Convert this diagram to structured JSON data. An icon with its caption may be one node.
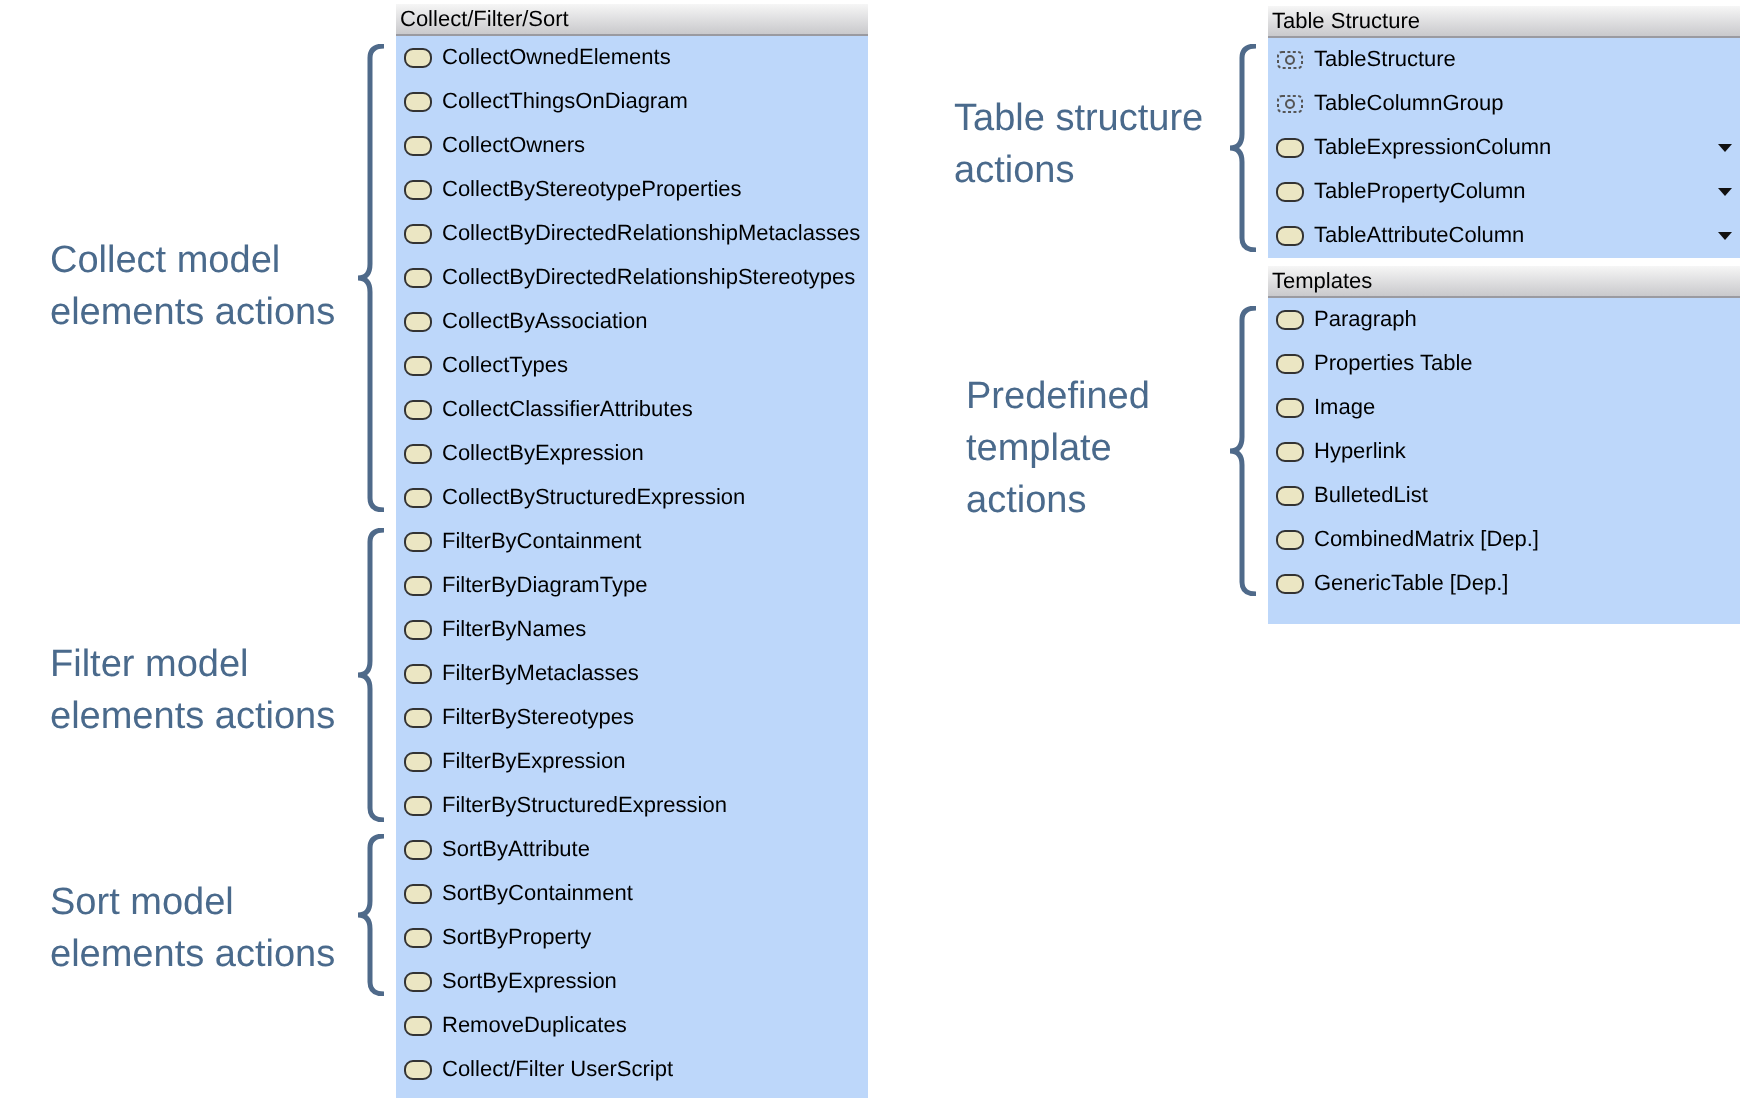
{
  "diagram": {
    "nodes": [
      {
        "text": [
          "Collect/Filter/Sort"
        ]
      },
      {
        "text": [
          "CollectOwnedElements"
        ],
        "in": 0
      },
      {
        "text": [
          "CollectThingsOnDiagram"
        ],
        "in": 0
      },
      {
        "text": [
          "CollectOwners"
        ],
        "in": 0
      },
      {
        "text": [
          "CollectByStereotypeProperties"
        ],
        "in": 0
      },
      {
        "text": [
          "CollectByDirectedRelationshipMetaclasses"
        ],
        "in": 0
      },
      {
        "text": [
          "CollectByDirectedRelationshipStereotypes"
        ],
        "in": 0
      },
      {
        "text": [
          "CollectByAssociation"
        ],
        "in": 0
      },
      {
        "text": [
          "CollectTypes"
        ],
        "in": 0
      },
      {
        "text": [
          "CollectClassifierAttributes"
        ],
        "in": 0
      },
      {
        "text": [
          "CollectByExpression"
        ],
        "in": 0
      },
      {
        "text": [
          "CollectByStructuredExpression"
        ],
        "in": 0
      },
      {
        "text": [
          "FilterByContainment"
        ],
        "in": 0
      },
      {
        "text": [
          "FilterByDiagramType"
        ],
        "in": 0
      },
      {
        "text": [
          "FilterByNames"
        ],
        "in": 0
      },
      {
        "text": [
          "FilterByMetaclasses"
        ],
        "in": 0
      },
      {
        "text": [
          "FilterByStereotypes"
        ],
        "in": 0
      },
      {
        "text": [
          "FilterByExpression"
        ],
        "in": 0
      },
      {
        "text": [
          "FilterByStructuredExpression"
        ],
        "in": 0
      },
      {
        "text": [
          "SortByAttribute"
        ],
        "in": 0
      },
      {
        "text": [
          "SortByContainment"
        ],
        "in": 0
      },
      {
        "text": [
          "SortByProperty"
        ],
        "in": 0
      },
      {
        "text": [
          "SortByExpression"
        ],
        "in": 0
      },
      {
        "text": [
          "RemoveDuplicates"
        ],
        "in": 0
      },
      {
        "text": [
          "Collect/Filter UserScript"
        ],
        "in": 0
      },
      {
        "text": [
          "Table Structure"
        ]
      },
      {
        "text": [
          "TableStructure"
        ],
        "in": 25
      },
      {
        "text": [
          "TableColumnGroup"
        ],
        "in": 25
      },
      {
        "text": [
          "TableExpressionColumn"
        ],
        "in": 25
      },
      {
        "text": [
          "TablePropertyColumn"
        ],
        "in": 25
      },
      {
        "text": [
          "TableAttributeColumn"
        ],
        "in": 25
      },
      {
        "text": [
          "Templates"
        ]
      },
      {
        "text": [
          "Paragraph"
        ],
        "in": 31
      },
      {
        "text": [
          "Properties Table"
        ],
        "in": 31
      },
      {
        "text": [
          "Image"
        ],
        "in": 31
      },
      {
        "text": [
          "Hyperlink"
        ],
        "in": 31
      },
      {
        "text": [
          "BulletedList"
        ],
        "in": 31
      },
      {
        "text": [
          "CombinedMatrix [Dep.]"
        ],
        "in": 31
      },
      {
        "text": [
          "GenericTable [Dep.]"
        ],
        "in": 31
      }
    ],
    "labels": [
      "Collect model elements actions",
      "Filter model elements actions",
      "Sort model elements actions",
      "Table structure actions",
      "Predefined template actions"
    ]
  }
}
